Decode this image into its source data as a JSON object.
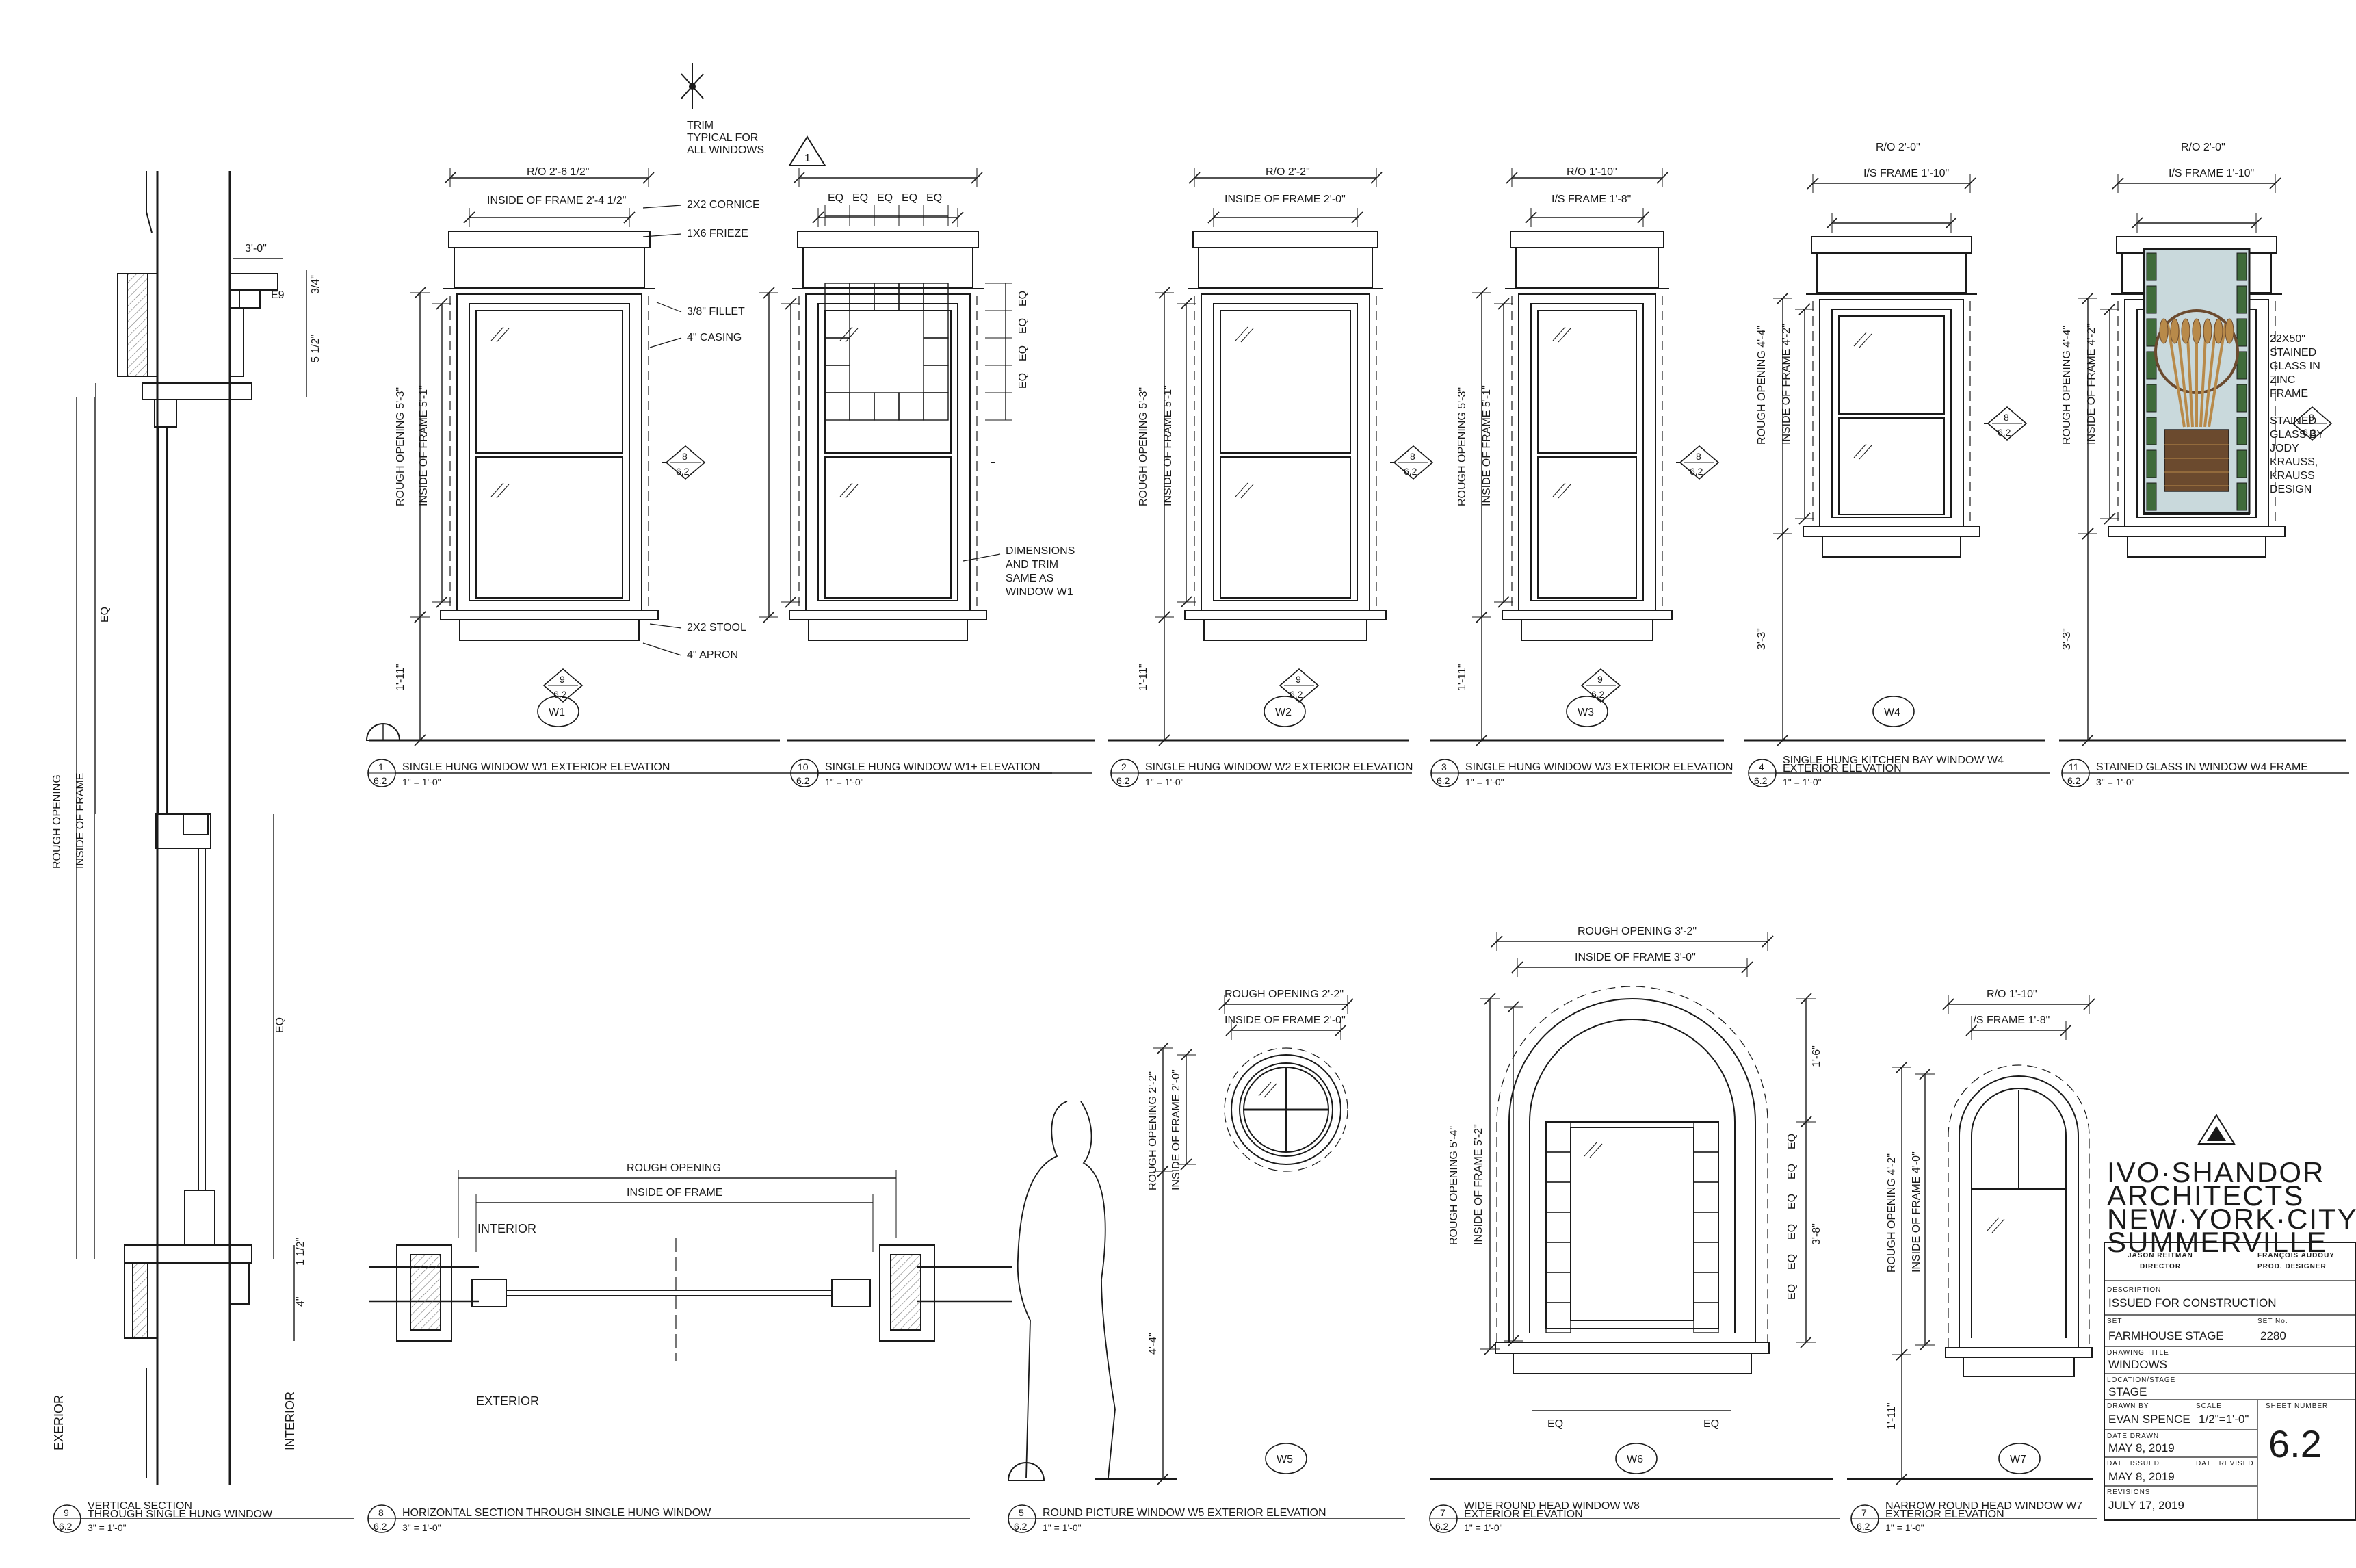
{
  "trim_note": [
    "TRIM",
    "TYPICAL FOR",
    "ALL WINDOWS"
  ],
  "trim_tag": "1",
  "w1_notes": {
    "ro": "R/O 2'-6 1/2\"",
    "inside_frame": "INSIDE OF FRAME 2'-4 1/2\"",
    "cornice": "2X2 CORNICE",
    "frieze": "1X6 FRIEZE",
    "fillet": "3/8\" FILLET",
    "casing": "4\" CASING",
    "stool": "2X2 STOOL",
    "apron": "4\" APRON",
    "rough_opening_v": "ROUGH OPENING 5'-3\"",
    "inside_frame_v": "INSIDE OF FRAME 5'-1\"",
    "sill_height": "1'-11\""
  },
  "w1plus_notes": {
    "eq": "EQ",
    "dims": [
      "DIMENSIONS",
      "AND TRIM",
      "SAME AS",
      "WINDOW W1"
    ]
  },
  "w2_notes": {
    "ro": "R/O 2'-2\"",
    "inside_frame": "INSIDE OF FRAME 2'-0\"",
    "rough_opening_v": "ROUGH OPENING 5'-3\"",
    "inside_frame_v": "INSIDE OF FRAME 5'-1\"",
    "sill_height": "1'-11\""
  },
  "w3_notes": {
    "ro": "R/O 1'-10\"",
    "inside_frame": "I/S FRAME 1'-8\"",
    "rough_opening_v": "ROUGH OPENING 5'-3\"",
    "inside_frame_v": "INSIDE OF FRAME 5'-1\"",
    "sill_height": "1'-11\""
  },
  "w4_notes": {
    "ro": "R/O 2'-0\"",
    "inside_frame": "I/S FRAME 1'-10\"",
    "rough_opening_v": "ROUGH OPENING 4'-4\"",
    "inside_frame_v": "INSIDE OF FRAME 4'-2\"",
    "sill_height": "3'-3\""
  },
  "w4s_notes": {
    "ro": "R/O 2'-0\"",
    "inside_frame": "I/S FRAME 1'-10\"",
    "rough_opening_v": "ROUGH OPENING 4'-4\"",
    "inside_frame_v": "INSIDE OF FRAME 4'-2\"",
    "sill_height": "3'-3\"",
    "glass": [
      "22X50\"",
      "STAINED",
      "GLASS IN",
      "ZINC",
      "FRAME",
      "",
      "STAINED",
      "GLASS BY",
      "JODY",
      "KRAUSS,",
      "KRAUSS",
      "DESIGN"
    ]
  },
  "section_ref": {
    "num": "8",
    "sheet": "6.2"
  },
  "sill_ref": {
    "num": "9",
    "sheet": "6.2"
  },
  "vsection": {
    "dim_top": "3'-0\"",
    "e9": "E9",
    "d34": "3/4\"",
    "d512": "5 1/2\"",
    "eq": "EQ",
    "rough_opening": "ROUGH OPENING",
    "inside_frame": "INSIDE OF FRAME",
    "d112": "1 1/2\"",
    "d4": "4\"",
    "exterior": "EXERIOR",
    "interior": "INTERIOR"
  },
  "hsection": {
    "rough_opening": "ROUGH OPENING",
    "inside_frame": "INSIDE OF FRAME",
    "interior": "INTERIOR",
    "exterior": "EXTERIOR"
  },
  "w5_notes": {
    "ro": "ROUGH OPENING 2'-2\"",
    "inside_frame": "INSIDE OF FRAME 2'-0\"",
    "rough_opening_v": "ROUGH OPENING 2'-2\"",
    "inside_frame_v": "INSIDE OF FRAME 2'-0\"",
    "sill_height": "4'-4\""
  },
  "w6_notes": {
    "ro": "ROUGH OPENING 3'-2\"",
    "inside_frame": "INSIDE OF FRAME 3'-0\"",
    "rough_opening_v": "ROUGH OPENING 5'-4\"",
    "inside_frame_v": "INSIDE OF FRAME 5'-2\"",
    "d16": "1'-6\"",
    "d38": "3'-8\"",
    "eq": "EQ"
  },
  "w7_notes": {
    "ro": "R/O 1'-10\"",
    "inside_frame": "I/S FRAME 1'-8\"",
    "rough_opening_v": "ROUGH OPENING 4'-2\"",
    "inside_frame_v": "INSIDE OF FRAME 4'-0\"",
    "sill_height": "1'-11\""
  },
  "window_tags": [
    "W1",
    "W2",
    "W3",
    "W4",
    "W5",
    "W6",
    "W7"
  ],
  "drawings": [
    {
      "num": "1",
      "sheet": "6.2",
      "title": "SINGLE HUNG WINDOW W1 EXTERIOR ELEVATION",
      "title2": "",
      "scale": "1\" = 1'-0\""
    },
    {
      "num": "10",
      "sheet": "6.2",
      "title": "SINGLE HUNG WINDOW W1+ ELEVATION",
      "title2": "",
      "scale": "1\" = 1'-0\""
    },
    {
      "num": "2",
      "sheet": "6.2",
      "title": "SINGLE HUNG WINDOW W2 EXTERIOR ELEVATION",
      "title2": "",
      "scale": "1\" = 1'-0\""
    },
    {
      "num": "3",
      "sheet": "6.2",
      "title": "SINGLE HUNG WINDOW W3 EXTERIOR ELEVATION",
      "title2": "",
      "scale": "1\" = 1'-0\""
    },
    {
      "num": "4",
      "sheet": "6.2",
      "title": "SINGLE HUNG KITCHEN BAY WINDOW W4",
      "title2": "EXTERIOR ELEVATION",
      "scale": "1\" = 1'-0\""
    },
    {
      "num": "11",
      "sheet": "6.2",
      "title": "STAINED GLASS IN WINDOW W4 FRAME",
      "title2": "",
      "scale": "3\" = 1'-0\""
    },
    {
      "num": "9",
      "sheet": "6.2",
      "title": "VERTICAL SECTION",
      "title2": "THROUGH SINGLE HUNG WINDOW",
      "scale": "3\" = 1'-0\""
    },
    {
      "num": "8",
      "sheet": "6.2",
      "title": "HORIZONTAL SECTION THROUGH SINGLE HUNG WINDOW",
      "title2": "",
      "scale": "3\" = 1'-0\""
    },
    {
      "num": "5",
      "sheet": "6.2",
      "title": "ROUND PICTURE WINDOW W5 EXTERIOR ELEVATION",
      "title2": "",
      "scale": "1\" = 1'-0\""
    },
    {
      "num": "7",
      "sheet": "6.2",
      "title": "WIDE ROUND HEAD WINDOW W8",
      "title2": "EXTERIOR ELEVATION",
      "scale": "1\" = 1'-0\""
    },
    {
      "num": "7",
      "sheet": "6.2",
      "title": "NARROW ROUND HEAD WINDOW W7",
      "title2": "EXTERIOR ELEVATION",
      "scale": "1\" = 1'-0\""
    }
  ],
  "title_block": {
    "firm": [
      "IVO·SHANDOR",
      "ARCHITECTS",
      "NEW·YORK·CITY",
      "SUMMERVILLE"
    ],
    "director_name": "JASON REITMAN",
    "director_role": "DIRECTOR",
    "designer_name": "FRANÇOIS AUDOUY",
    "designer_role": "PROD. DESIGNER",
    "description_label": "DESCRIPTION",
    "description": "ISSUED FOR CONSTRUCTION",
    "set_label": "SET",
    "set": "FARMHOUSE STAGE",
    "setno_label": "SET No.",
    "setno": "2280",
    "drawing_title_label": "DRAWING TITLE",
    "drawing_title": "WINDOWS",
    "location_label": "LOCATION/STAGE",
    "location": "STAGE",
    "drawn_by_label": "DRAWN BY",
    "drawn_by": "EVAN SPENCE",
    "scale_label": "SCALE",
    "scale": "1/2\"=1'-0\"",
    "sheet_number_label": "SHEET NUMBER",
    "sheet_number": "6.2",
    "date_drawn_label": "DATE DRAWN",
    "date_drawn": "MAY 8, 2019",
    "date_issued_label": "DATE ISSUED",
    "date_issued": "MAY 8, 2019",
    "date_revised_label": "DATE REVISED",
    "revisions_label": "REVISIONS",
    "revisions": "JULY 17, 2019"
  },
  "colors": {
    "line": "#1a1a1a",
    "glass": "#9fb8c2",
    "stained_green": "#3f6b3a",
    "stained_amber": "#b88a4a",
    "stained_brown": "#6b4a2e",
    "stained_sky": "#c9d9dc"
  }
}
